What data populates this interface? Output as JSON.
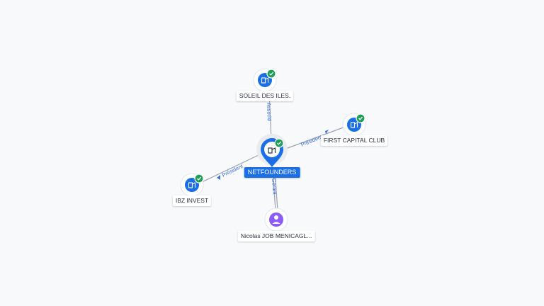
{
  "nodes": {
    "center": {
      "label": "NETFOUNDERS",
      "type": "company",
      "verified": true,
      "icon": "building-icon"
    },
    "soleil": {
      "label": "SOLEIL DES ILES.",
      "type": "company",
      "verified": true,
      "icon": "building-icon"
    },
    "first_capital": {
      "label": "FIRST CAPITAL CLUB",
      "type": "company",
      "verified": true,
      "icon": "building-icon"
    },
    "ibz": {
      "label": "IBZ INVEST",
      "type": "company",
      "verified": true,
      "icon": "building-icon"
    },
    "nicolas": {
      "label": "Nicolas JOB MENICAGL...",
      "type": "person",
      "verified": false,
      "icon": "person-icon"
    }
  },
  "edges": {
    "soleil": {
      "label": "Associé"
    },
    "first_capital": {
      "label": "Président"
    },
    "ibz": {
      "label": "Président"
    },
    "nicolas": {
      "label": "Gérant"
    }
  },
  "colors": {
    "company": "#1a6fe6",
    "person": "#8b5cf6",
    "verified": "#1e9e57",
    "edge": "#9aa3b2",
    "edge_label": "#3b6fd8"
  }
}
